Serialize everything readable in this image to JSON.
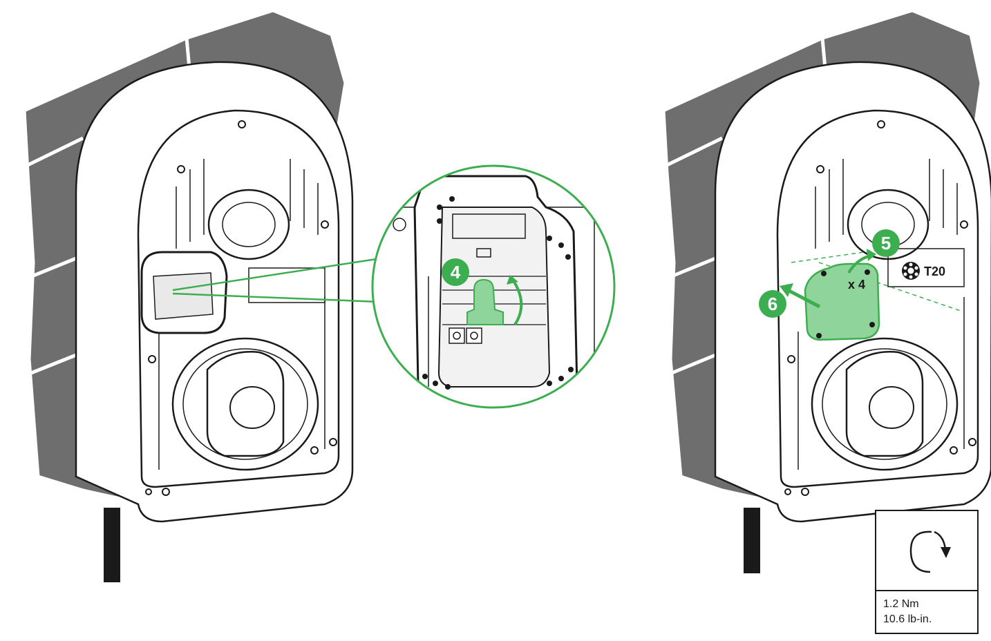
{
  "steps": {
    "step4": "4",
    "step5": "5",
    "step6": "6"
  },
  "annotations": {
    "screw_count": "x 4",
    "tool": "T20"
  },
  "torque": {
    "nm": "1.2 Nm",
    "lbin": "10.6 lb-in."
  },
  "icons": [
    "torx-t20-icon",
    "rotate-clockwise-icon"
  ],
  "colors": {
    "accent_green": "#3cae4f",
    "cover_green": "#8fd59b",
    "wall_gray": "#6e6e6e",
    "line": "#1a1a1a"
  }
}
